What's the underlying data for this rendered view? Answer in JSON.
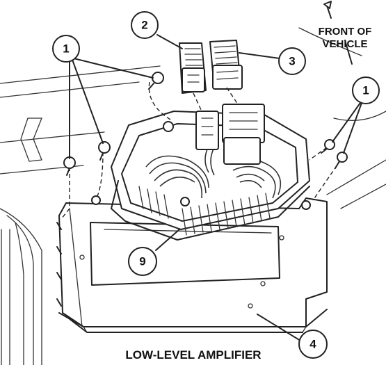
{
  "callouts": {
    "c1_left": "1",
    "c2": "2",
    "c3": "3",
    "c1_right": "1",
    "c9": "9",
    "c4": "4"
  },
  "orientation": {
    "line1": "FRONT OF",
    "line2": "VEHICLE"
  },
  "caption": "LOW-LEVEL AMPLIFIER"
}
